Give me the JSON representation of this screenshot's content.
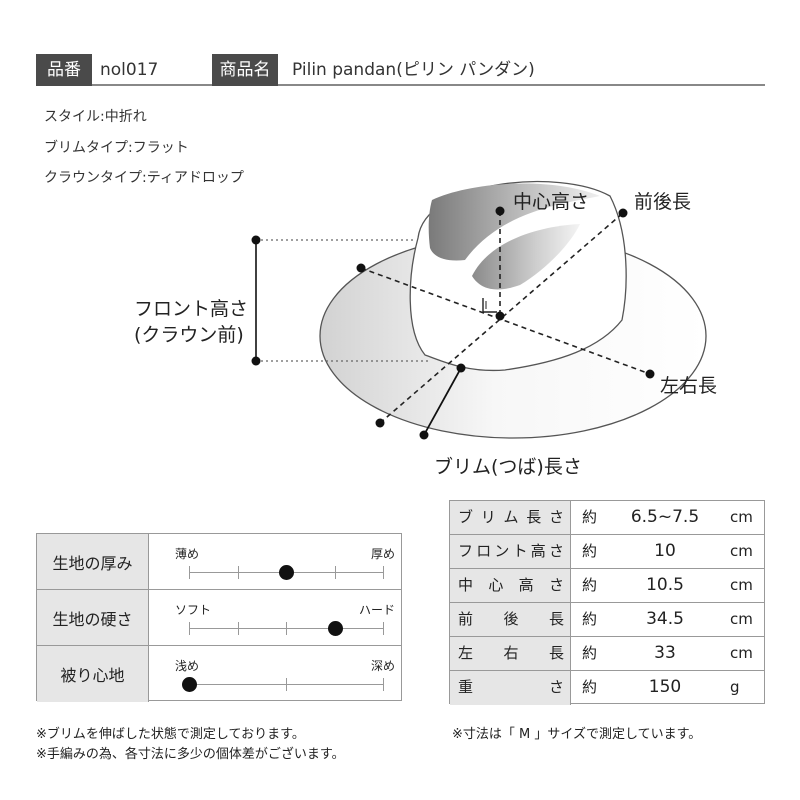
{
  "header": {
    "code_label": "品番",
    "code_value": "nol017",
    "name_label": "商品名",
    "name_value": "Pilin pandan(ピリン パンダン)"
  },
  "style_lines": [
    "スタイル:中折れ",
    "ブリムタイプ:フラット",
    "クラウンタイプ:ティアドロップ"
  ],
  "diagram": {
    "center_height": "中心高さ",
    "front_back": "前後長",
    "front_height_1": "フロント高さ",
    "front_height_2": "(クラウン前)",
    "left_right": "左右長",
    "brim_length": "ブリム(つば)長さ"
  },
  "texture": [
    {
      "label": "生地の厚み",
      "min": "薄め",
      "max": "厚め",
      "ticks": 5,
      "level": 0.5
    },
    {
      "label": "生地の硬さ",
      "min": "ソフト",
      "max": "ハード",
      "ticks": 5,
      "level": 0.75
    },
    {
      "label": "被り心地",
      "min": "浅め",
      "max": "深め",
      "ticks": 3,
      "level": 0.0
    }
  ],
  "sizes": [
    {
      "name": "ブリム長さ",
      "approx": "約",
      "value": "6.5~7.5",
      "unit": "cm"
    },
    {
      "name": "フロント高さ",
      "approx": "約",
      "value": "10",
      "unit": "cm"
    },
    {
      "name": "中心高さ",
      "approx": "約",
      "value": "10.5",
      "unit": "cm"
    },
    {
      "name": "前後長",
      "approx": "約",
      "value": "34.5",
      "unit": "cm"
    },
    {
      "name": "左右長",
      "approx": "約",
      "value": "33",
      "unit": "cm"
    },
    {
      "name": "重さ",
      "approx": "約",
      "value": "150",
      "unit": "g"
    }
  ],
  "notes": {
    "brim_note": "※ブリムを伸ばした状態で測定しております。",
    "handmade_note": "※手編みの為、各寸法に多少の個体差がございます。",
    "size_note": "※寸法は「 M 」サイズで測定しています。"
  }
}
